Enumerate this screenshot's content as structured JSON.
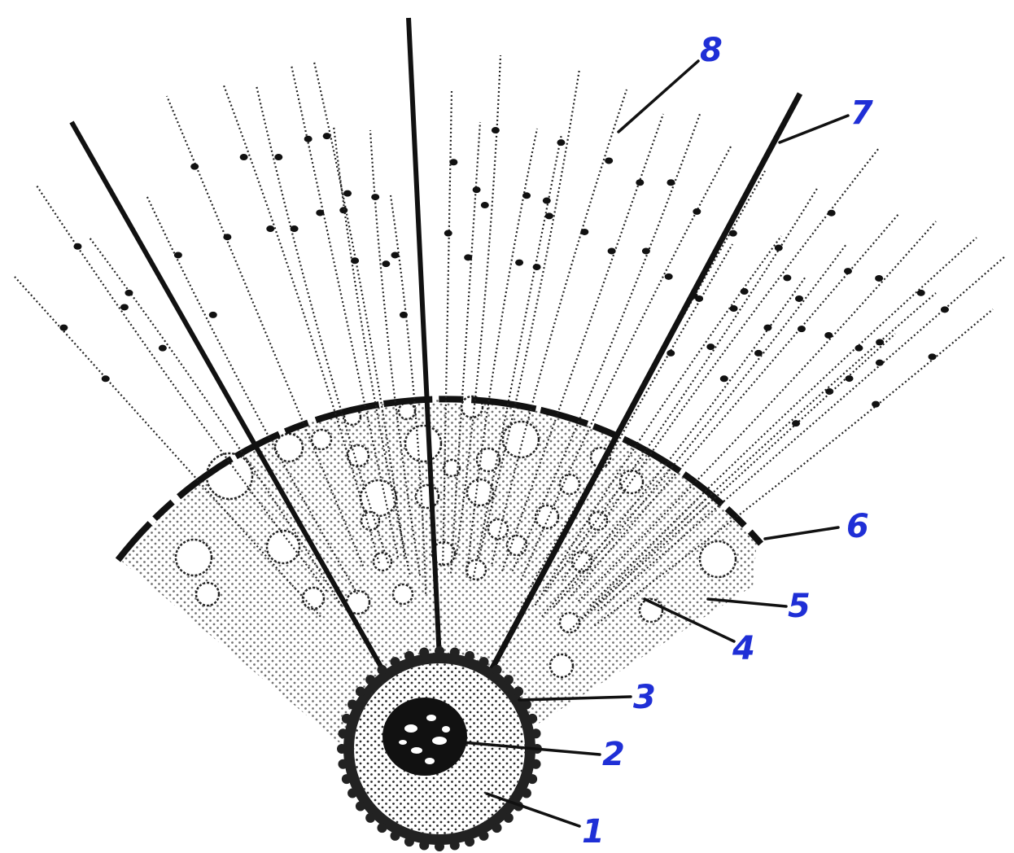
{
  "figure": {
    "colors": {
      "ink": "#111111",
      "dots": "#2a2a2a",
      "callout_label": "#1f2fd6",
      "background": "#ffffff"
    },
    "callouts": [
      {
        "id": 1,
        "label": "1"
      },
      {
        "id": 2,
        "label": "2"
      },
      {
        "id": 3,
        "label": "3"
      },
      {
        "id": 4,
        "label": "4"
      },
      {
        "id": 5,
        "label": "5"
      },
      {
        "id": 6,
        "label": "6"
      },
      {
        "id": 7,
        "label": "7"
      },
      {
        "id": 8,
        "label": "8"
      }
    ]
  }
}
